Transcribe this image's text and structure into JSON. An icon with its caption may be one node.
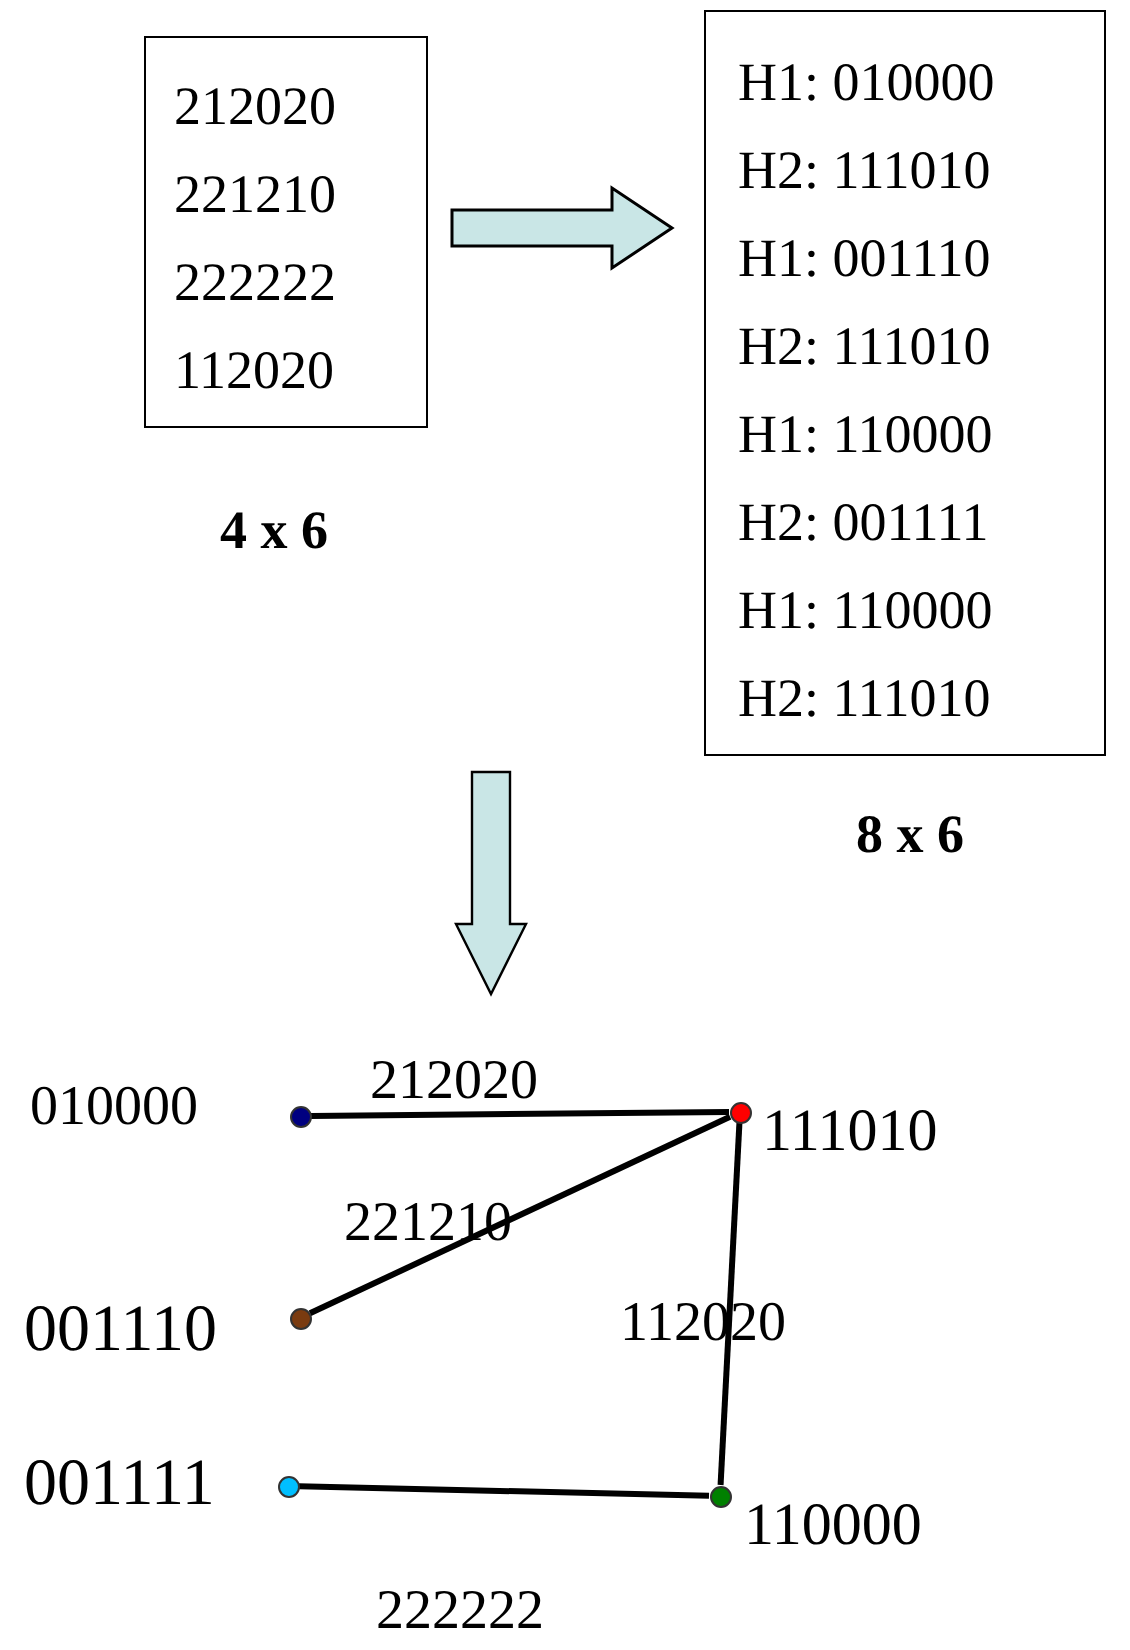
{
  "diagram": {
    "nodes": [
      {
        "text": [
          "212020",
          "221210",
          "222222",
          "112020"
        ],
        "beside": [
          "4 x 6"
        ]
      },
      {
        "text": [
          "H1: 010000",
          "H2: 111010",
          "H1: 001110",
          "H2: 111010",
          "H1: 110000",
          "H2: 001111",
          "H1: 110000",
          "H2: 111010"
        ],
        "beside": [
          "8 x 6"
        ]
      },
      {
        "text": [],
        "shape": "circle",
        "beside": [
          "010000"
        ]
      },
      {
        "text": [],
        "shape": "circle",
        "beside": [
          "111010"
        ]
      },
      {
        "text": [],
        "shape": "circle",
        "beside": [
          "001110"
        ]
      },
      {
        "text": [],
        "shape": "circle",
        "beside": [
          "001111"
        ]
      },
      {
        "text": [],
        "shape": "circle",
        "beside": [
          "110000"
        ]
      }
    ],
    "edges": [
      {
        "from": 0,
        "to": 1,
        "arrow": "to",
        "style": "thick"
      },
      {
        "from": 2,
        "to": 3,
        "arrow": "none",
        "label": "212020"
      },
      {
        "from": 4,
        "to": 3,
        "arrow": "none",
        "label": "221210"
      },
      {
        "from": 6,
        "to": 3,
        "arrow": "none",
        "label": "112020"
      },
      {
        "from": 5,
        "to": 6,
        "arrow": "none",
        "label": "222222"
      }
    ]
  }
}
